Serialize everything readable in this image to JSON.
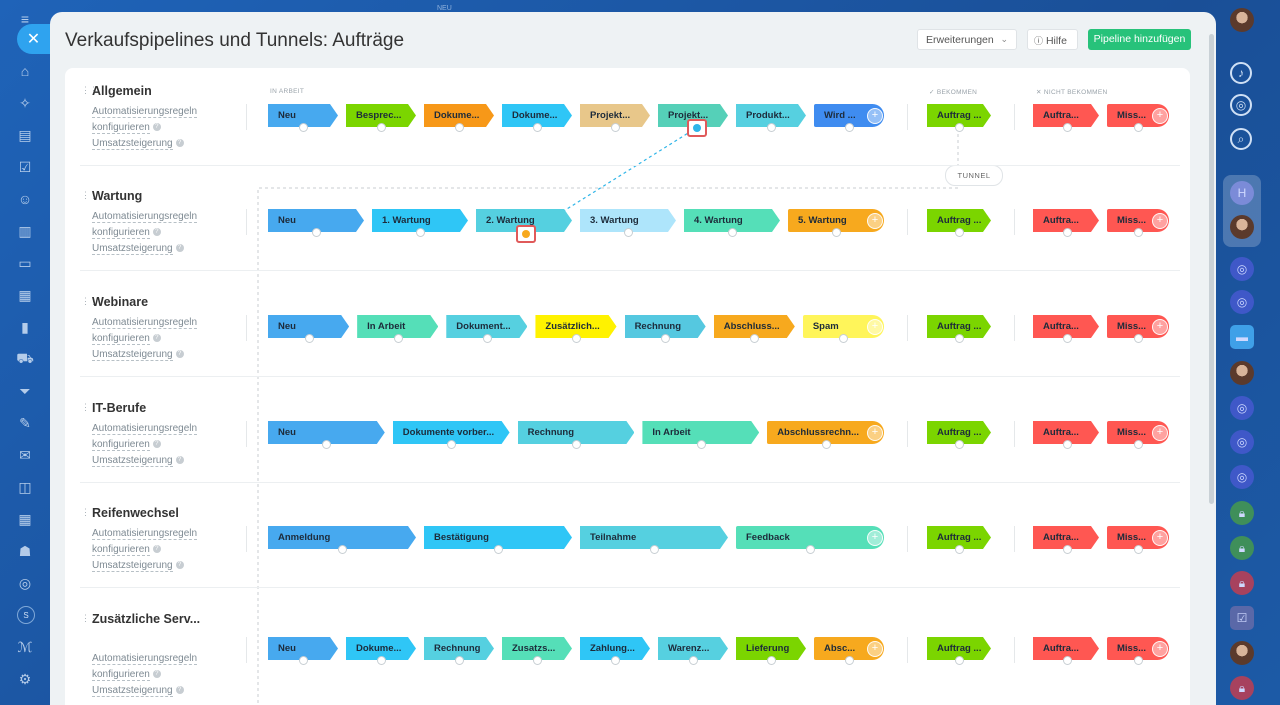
{
  "window": {
    "title": "Verkaufspipelines und Tunnels: Aufträge",
    "ghost_label": "NEU"
  },
  "toolbar": {
    "extensions_label": "Erweiterungen",
    "help_label": "Hilfe",
    "add_pipeline_label": "Pipeline hinzufügen"
  },
  "groups": {
    "in_progress": "IN ARBEIT",
    "won": "BEKOMMEN",
    "lost": "NICHT BEKOMMEN"
  },
  "tunnel_label": "TUNNEL",
  "links": {
    "automation_1": "Automatisierungsregeln",
    "automation_2": "konfigurieren",
    "sales_boost": "Umsatzsteigerung"
  },
  "pipelines": [
    {
      "name": "Allgemein",
      "stages": [
        "Neu",
        "Besprec...",
        "Dokume...",
        "Dokume...",
        "Projekt...",
        "Projekt...",
        "Produkt...",
        "Wird ..."
      ],
      "colors": [
        "#47a9ef",
        "#7bd500",
        "#f79818",
        "#2fc6f6",
        "#e8c78a",
        "#55d0b8",
        "#56d0e0",
        "#3f8cf0"
      ],
      "won": "Auftrag ...",
      "lost": [
        "Auftra...",
        "Miss..."
      ]
    },
    {
      "name": "Wartung",
      "stages": [
        "Neu",
        "1. Wartung",
        "2. Wartung",
        "3. Wartung",
        "4. Wartung",
        "5. Wartung"
      ],
      "colors": [
        "#47a9ef",
        "#2fc6f6",
        "#55d0e0",
        "#aee5fb",
        "#55dfb8",
        "#f7a91e"
      ],
      "won": "Auftrag ...",
      "lost": [
        "Auftra...",
        "Miss..."
      ]
    },
    {
      "name": "Webinare",
      "stages": [
        "Neu",
        "In Arbeit",
        "Dokument...",
        "Zusätzlich...",
        "Rechnung",
        "Abschluss...",
        "Spam"
      ],
      "colors": [
        "#47a9ef",
        "#55dfb8",
        "#56d0e0",
        "#fff200",
        "#55c8e0",
        "#f7a91e",
        "#fff55a"
      ],
      "won": "Auftrag ...",
      "lost": [
        "Auftra...",
        "Miss..."
      ]
    },
    {
      "name": "IT-Berufe",
      "stages": [
        "Neu",
        "Dokumente vorber...",
        "Rechnung",
        "In Arbeit",
        "Abschlussrechn..."
      ],
      "colors": [
        "#47a9ef",
        "#2fc6f6",
        "#55d0e0",
        "#55dfb8",
        "#f7a91e"
      ],
      "won": "Auftrag ...",
      "lost": [
        "Auftra...",
        "Miss..."
      ]
    },
    {
      "name": "Reifenwechsel",
      "stages": [
        "Anmeldung",
        "Bestätigung",
        "Teilnahme",
        "Feedback"
      ],
      "colors": [
        "#47a9ef",
        "#2fc6f6",
        "#55d0e0",
        "#55dfb8"
      ],
      "won": "Auftrag ...",
      "lost": [
        "Auftra...",
        "Miss..."
      ]
    },
    {
      "name": "Zusätzliche Serv...",
      "stages": [
        "Neu",
        "Dokume...",
        "Rechnung",
        "Zusatzs...",
        "Zahlung...",
        "Warenz...",
        "Lieferung",
        "Absc..."
      ],
      "colors": [
        "#47a9ef",
        "#2fc6f6",
        "#55d0e0",
        "#55dfb8",
        "#2fc6f6",
        "#56d0e0",
        "#7bd500",
        "#f7a91e"
      ],
      "won": "Auftrag ...",
      "lost": [
        "Auftra...",
        "Miss..."
      ]
    }
  ],
  "colors": {
    "won": "#7bd500",
    "lost": "#ff5752",
    "accent_green": "#27c27a",
    "close_button": "#2fa3ef"
  },
  "icons": {
    "close": "close-icon",
    "help": "info-icon",
    "chevron": "chevron-down-icon",
    "drag": "drag-handle-icon",
    "plus": "plus-icon"
  }
}
